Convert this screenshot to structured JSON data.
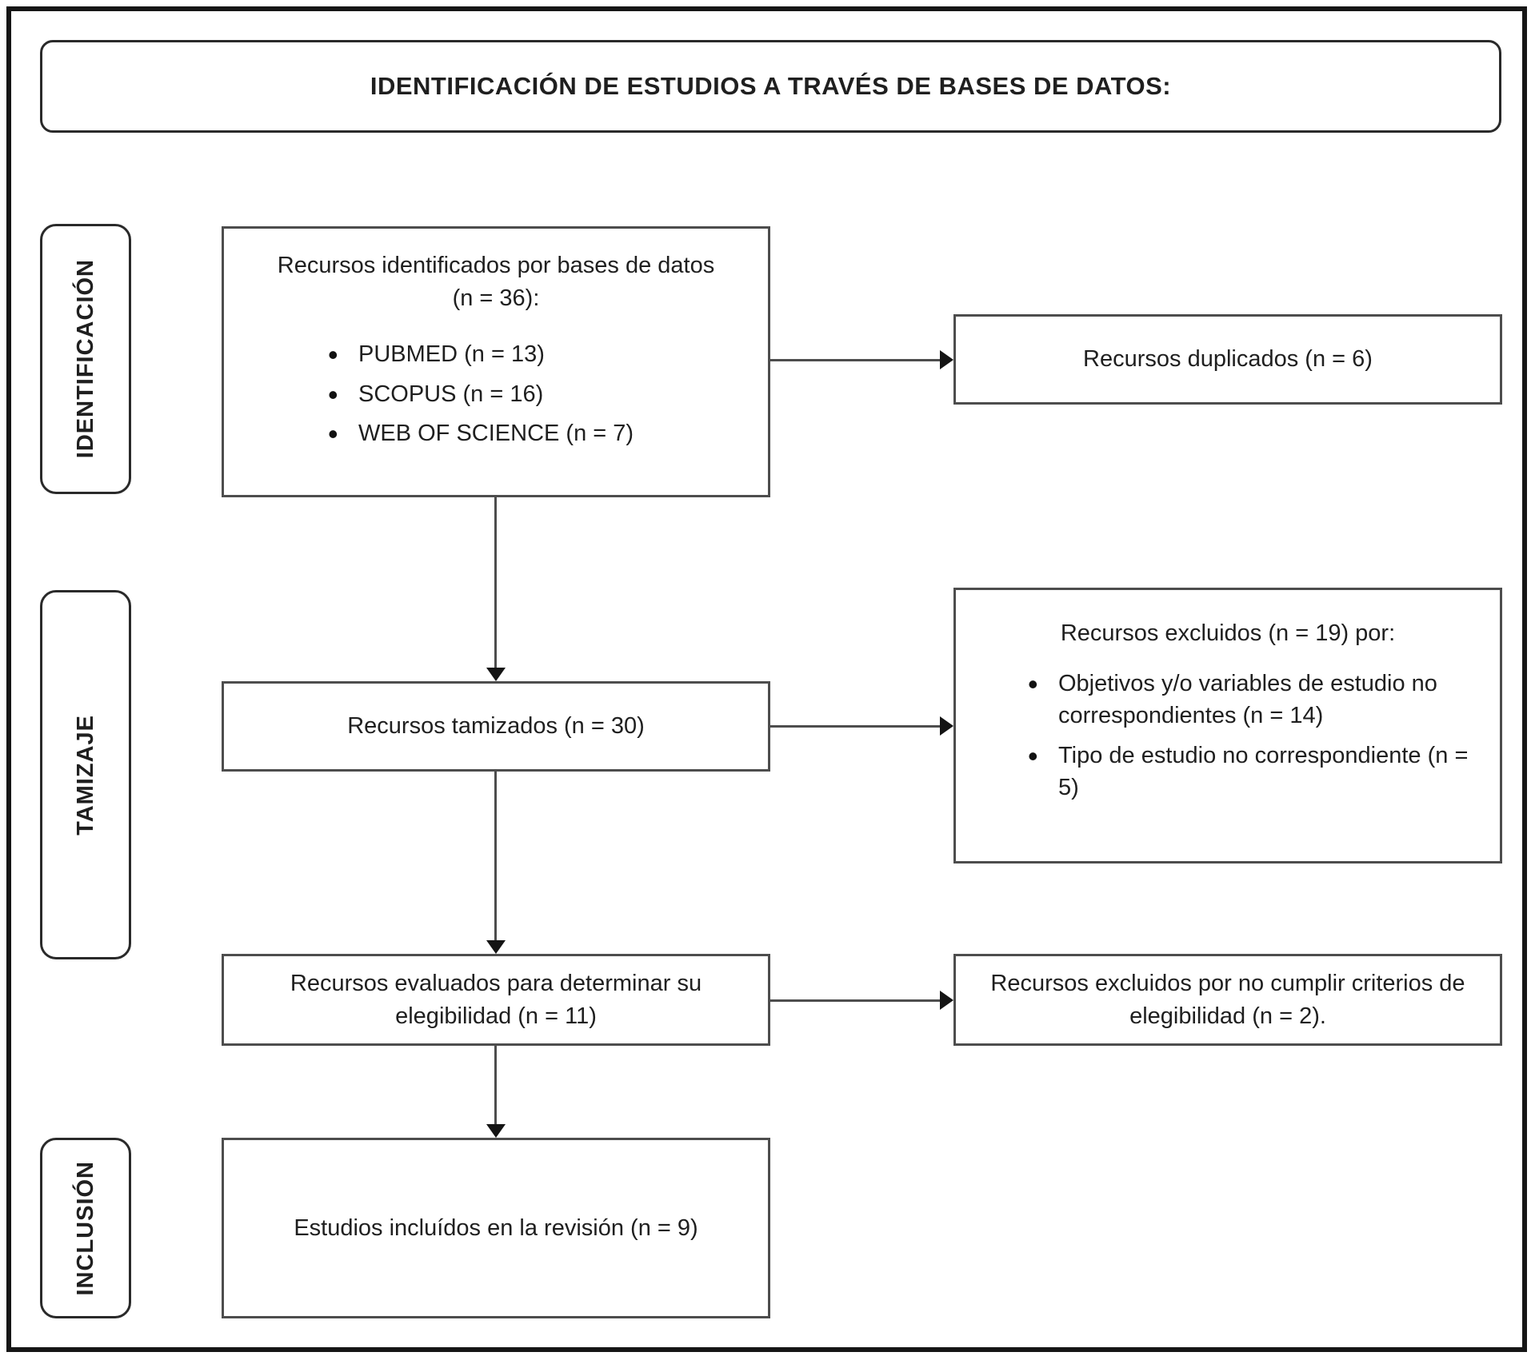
{
  "diagram": {
    "title": "IDENTIFICACIÓN DE ESTUDIOS A TRAVÉS DE BASES DE DATOS:",
    "stages": [
      {
        "label": "IDENTIFICACIÓN"
      },
      {
        "label": "TAMIZAJE"
      },
      {
        "label": "INCLUSIÓN"
      }
    ],
    "boxes": {
      "identified": {
        "heading": "Recursos identificados por bases de datos",
        "count": "(n = 36):",
        "bullets": [
          "PUBMED (n = 13)",
          "SCOPUS (n = 16)",
          "WEB OF SCIENCE (n = 7)"
        ]
      },
      "duplicates": {
        "text": "Recursos duplicados (n = 6)"
      },
      "screened": {
        "text": "Recursos tamizados (n = 30)"
      },
      "excluded_screening": {
        "heading": "Recursos excluidos (n = 19) por:",
        "bullets": [
          "Objetivos y/o variables de estudio no correspondientes (n = 14)",
          "Tipo de estudio no correspondiente (n = 5)"
        ]
      },
      "eligibility": {
        "text": "Recursos evaluados para determinar su elegibilidad (n = 11)"
      },
      "excluded_eligibility": {
        "text": "Recursos excluidos por no cumplir criterios de elegibilidad (n = 2)."
      },
      "included": {
        "text": "Estudios incluídos en la revisión (n = 9)"
      }
    },
    "colors": {
      "outer_border": "#161616",
      "box_border": "#4d4d4d",
      "rounded_border": "#2a2a2a",
      "arrow": "#141414",
      "text": "#1f1f1f",
      "background": "#ffffff"
    }
  }
}
